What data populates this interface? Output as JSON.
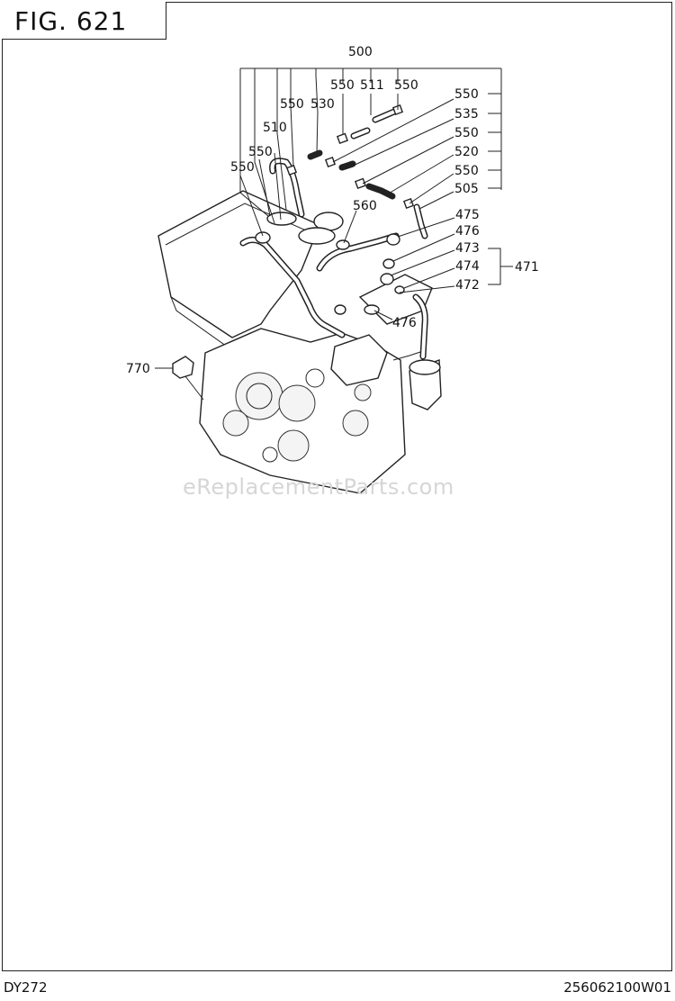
{
  "figure": {
    "title": "FIG.  621"
  },
  "footer": {
    "model": "DY272",
    "code": "256062100W01"
  },
  "watermark": "eReplacementParts.com",
  "callouts": {
    "c500": "500",
    "c550a": "550",
    "c511": "511",
    "c550b": "550",
    "c550c": "550",
    "c530": "530",
    "c510": "510",
    "c550d": "550",
    "c550e": "550",
    "r550a": "550",
    "r535": "535",
    "r550b": "550",
    "r520": "520",
    "r550c": "550",
    "r505": "505",
    "c560": "560",
    "r475": "475",
    "r476": "476",
    "r473": "473",
    "r474": "474",
    "r472": "472",
    "g471": "471",
    "c476b": "476",
    "c770": "770"
  }
}
